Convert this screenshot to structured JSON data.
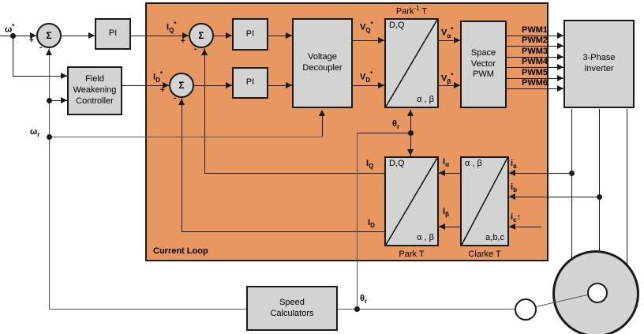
{
  "region": {
    "label": "Current Loop"
  },
  "blocks": {
    "pi": "PI",
    "field_weakening": "Field Weakening Controller",
    "voltage_decoupler": "Voltage Decoupler",
    "space_vector_pwm": "Space Vector PWM",
    "inverter": "3-Phase Inverter",
    "speed_calculators": "Speed Calculators",
    "sum_symbol": "Σ",
    "inverse_park": {
      "label": {
        "b": "Park",
        "p": "-1",
        "r": " T"
      },
      "tl": "D,Q",
      "br": "α , β"
    },
    "park": {
      "label": "Park T",
      "tl": "D,Q",
      "br": "α , β"
    },
    "clarke": {
      "label": "Clarke T",
      "tl": "α , β",
      "br": "a,b,c"
    }
  },
  "signals": {
    "omega_ref": {
      "b": "ω",
      "p": "*"
    },
    "omega_r": {
      "b": "ω",
      "s": "r"
    },
    "iq_ref": {
      "b": "I",
      "s": "Q",
      "p": "*"
    },
    "id_ref": {
      "b": "I",
      "s": "D",
      "p": "*"
    },
    "vq_ref": {
      "b": "V",
      "s": "Q",
      "p": "*"
    },
    "vd_ref": {
      "b": "V",
      "s": "D",
      "p": "*"
    },
    "valpha_ref": {
      "b": "V",
      "s": "α",
      "p": "*"
    },
    "vbeta_ref": {
      "b": "V",
      "s": "β",
      "p": "*"
    },
    "iq": {
      "b": "I",
      "s": "Q"
    },
    "id": {
      "b": "I",
      "s": "D"
    },
    "ialpha": {
      "b": "I",
      "s": "α"
    },
    "ibeta": {
      "b": "I",
      "s": "β"
    },
    "ia": {
      "b": "i",
      "s": "a"
    },
    "ib": {
      "b": "i",
      "s": "b"
    },
    "ic": {
      "b": "i",
      "s": "c",
      "r": "↑"
    },
    "theta_r": {
      "b": "θ",
      "s": "r"
    },
    "pwm": [
      "PWM1",
      "PWM2",
      "PWM3",
      "PWM4",
      "PWM5",
      "PWM6"
    ],
    "plus": "+",
    "minus": "-"
  },
  "colors": {
    "region_fill": "#E99760",
    "block_fill": "#D3D3D3",
    "line": "#1a1a1a",
    "background": "#FFFFFF"
  }
}
